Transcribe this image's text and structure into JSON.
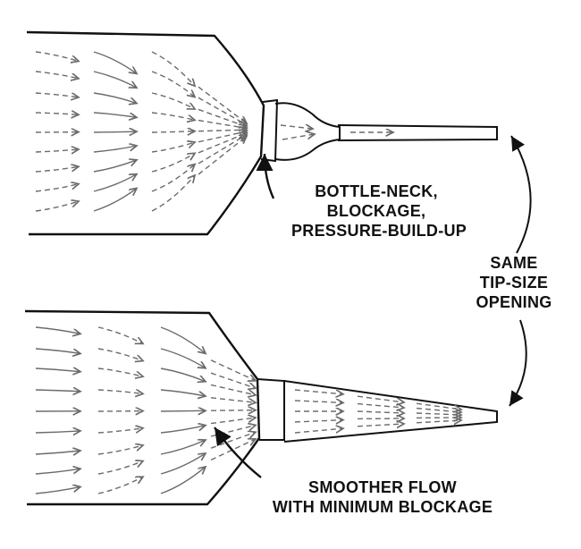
{
  "labels": {
    "top": [
      "BOTTLE-NECK,",
      "BLOCKAGE,",
      "PRESSURE-BUILD-UP"
    ],
    "middle": [
      "SAME",
      "TIP-SIZE",
      "OPENING"
    ],
    "bottom": [
      "SMOOTHER FLOW",
      "WITH MINIMUM BLOCKAGE"
    ]
  },
  "colors": {
    "ink": "#111111",
    "flow_arrow": "#6b6b6b",
    "background": "#ffffff"
  }
}
